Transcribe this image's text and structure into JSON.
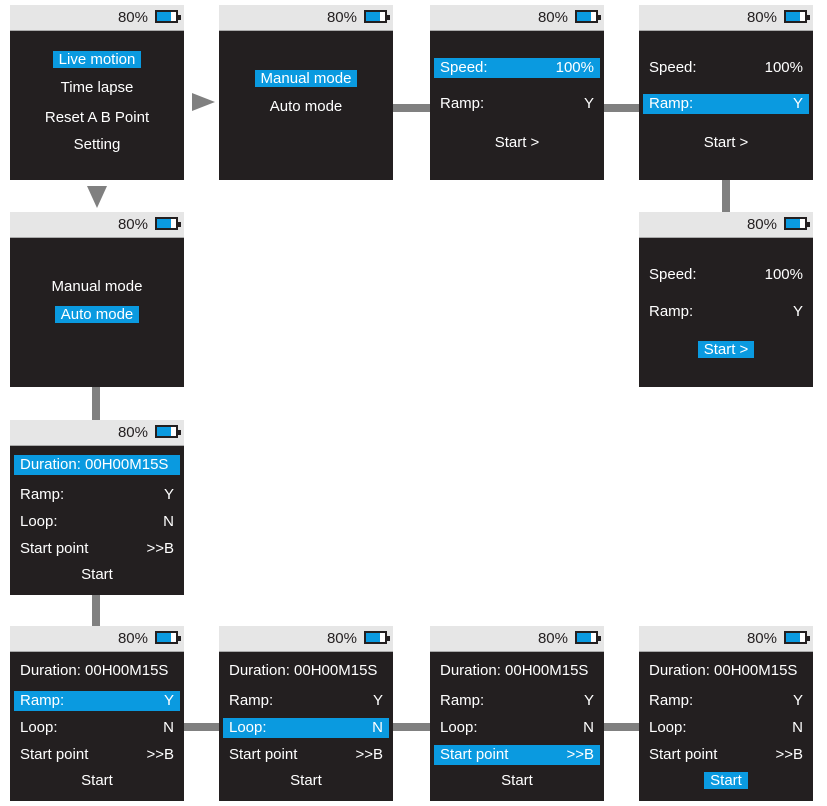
{
  "battery": {
    "label": "80%",
    "level": 0.8
  },
  "colors": {
    "highlight": "#0a9ae0",
    "screen": "#231f20",
    "header": "#e6e6e6",
    "connector": "#808080"
  },
  "screens": [
    {
      "id": "main-menu",
      "rows": [
        {
          "t": "Live motion",
          "sel": true
        },
        {
          "t": "Time lapse"
        },
        {
          "t": "Reset A B Point"
        },
        {
          "t": "Setting"
        }
      ]
    },
    {
      "id": "live-mode",
      "rows": [
        {
          "t": "Manual mode",
          "sel": true
        },
        {
          "t": "Auto mode"
        }
      ]
    },
    {
      "id": "live-speed",
      "rows": [
        {
          "l": "Speed:",
          "v": "100%",
          "sel": true
        },
        {
          "l": "Ramp:",
          "v": "Y"
        },
        {
          "t": "Start >"
        }
      ]
    },
    {
      "id": "live-ramp",
      "rows": [
        {
          "l": "Speed:",
          "v": "100%"
        },
        {
          "l": "Ramp:",
          "v": "Y",
          "sel": true
        },
        {
          "t": "Start >"
        }
      ]
    },
    {
      "id": "live-start",
      "rows": [
        {
          "l": "Speed:",
          "v": "100%"
        },
        {
          "l": "Ramp:",
          "v": "Y"
        },
        {
          "t": "Start >",
          "sel": true
        }
      ]
    },
    {
      "id": "timelapse-mode",
      "rows": [
        {
          "t": "Manual mode"
        },
        {
          "t": "Auto mode",
          "sel": true
        }
      ]
    },
    {
      "id": "tl-duration",
      "rows": [
        {
          "l": "Duration:  00H00M15S",
          "v": "",
          "sel": true
        },
        {
          "l": "Ramp:",
          "v": "Y"
        },
        {
          "l": "Loop:",
          "v": "N"
        },
        {
          "l": "Start point",
          "v": ">>B"
        },
        {
          "t": "Start"
        }
      ]
    },
    {
      "id": "tl-ramp",
      "rows": [
        {
          "l": "Duration:  00H00M15S",
          "v": ""
        },
        {
          "l": "Ramp:",
          "v": "Y",
          "sel": true
        },
        {
          "l": "Loop:",
          "v": "N"
        },
        {
          "l": "Start point",
          "v": ">>B"
        },
        {
          "t": "Start"
        }
      ]
    },
    {
      "id": "tl-loop",
      "rows": [
        {
          "l": "Duration:  00H00M15S",
          "v": ""
        },
        {
          "l": "Ramp:",
          "v": "Y"
        },
        {
          "l": "Loop:",
          "v": "N",
          "sel": true
        },
        {
          "l": "Start point",
          "v": ">>B"
        },
        {
          "t": "Start"
        }
      ]
    },
    {
      "id": "tl-startpoint",
      "rows": [
        {
          "l": "Duration:  00H00M15S",
          "v": ""
        },
        {
          "l": "Ramp:",
          "v": "Y"
        },
        {
          "l": "Loop:",
          "v": "N"
        },
        {
          "l": "Start point",
          "v": ">>B",
          "sel": true
        },
        {
          "t": "Start"
        }
      ]
    },
    {
      "id": "tl-start",
      "rows": [
        {
          "l": "Duration:  00H00M15S",
          "v": ""
        },
        {
          "l": "Ramp:",
          "v": "Y"
        },
        {
          "l": "Loop:",
          "v": "N"
        },
        {
          "l": "Start point",
          "v": ">>B"
        },
        {
          "t": "Start",
          "sel": true
        }
      ]
    }
  ]
}
